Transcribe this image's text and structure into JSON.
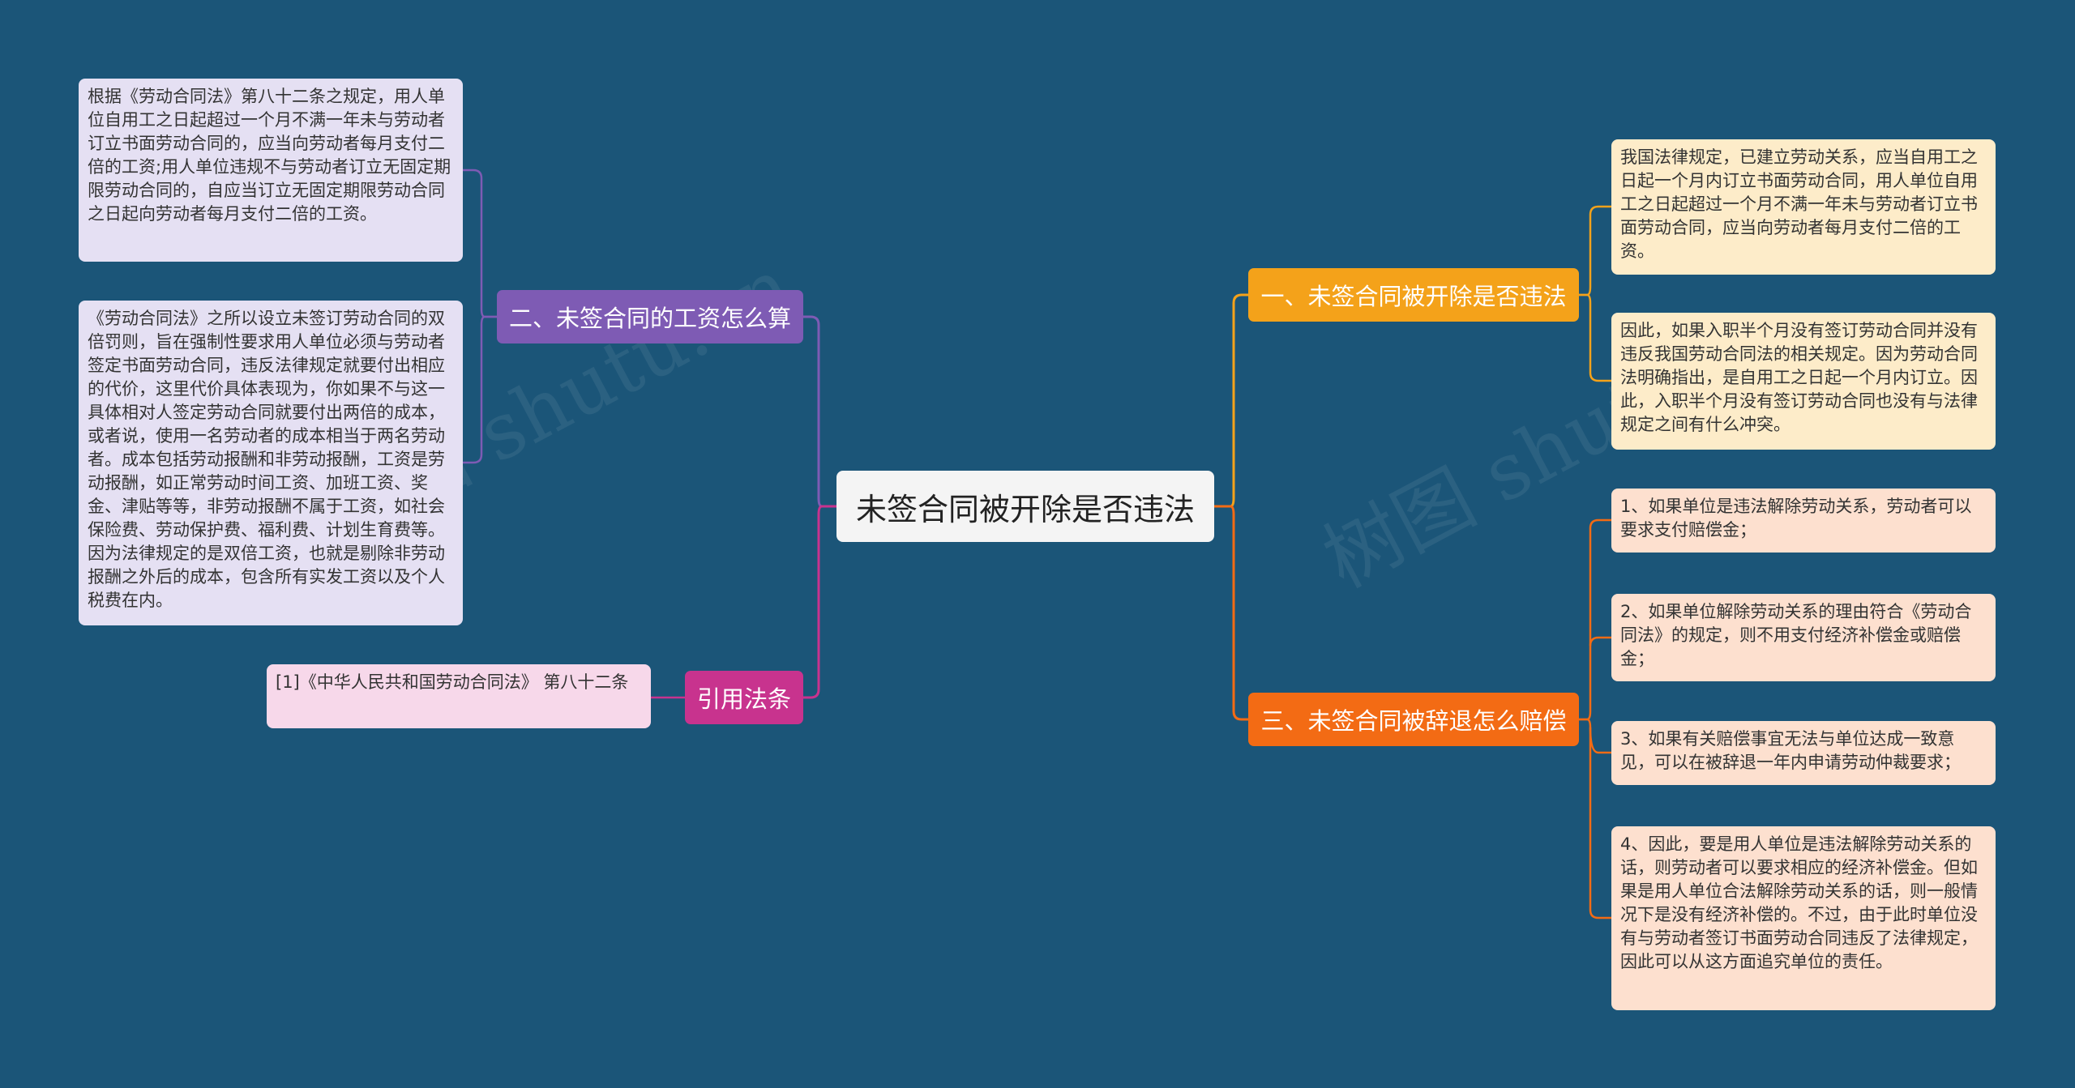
{
  "root": {
    "label": "未签合同被开除是否违法"
  },
  "branches": [
    {
      "id": "b1",
      "label": "一、未签合同被开除是否违法",
      "color": "#f4a21a"
    },
    {
      "id": "b3",
      "label": "三、未签合同被辞退怎么赔偿",
      "color": "#f36b14"
    },
    {
      "id": "b2",
      "label": "二、未签合同的工资怎么算",
      "color": "#7e5bb4"
    },
    {
      "id": "b4",
      "label": "引用法条",
      "color": "#c8338e"
    }
  ],
  "leaves": {
    "b1_1": "我国法律规定，已建立劳动关系，应当自用工之日起一个月内订立书面劳动合同，用人单位自用工之日起超过一个月不满一年未与劳动者订立书面劳动合同，应当向劳动者每月支付二倍的工资。",
    "b1_2": "因此，如果入职半个月没有签订劳动合同并没有违反我国劳动合同法的相关规定。因为劳动合同法明确指出，是自用工之日起一个月内订立。因此，入职半个月没有签订劳动合同也没有与法律规定之间有什么冲突。",
    "b3_1": "1、如果单位是违法解除劳动关系，劳动者可以要求支付赔偿金；",
    "b3_2": "2、如果单位解除劳动关系的理由符合《劳动合同法》的规定，则不用支付经济补偿金或赔偿金；",
    "b3_3": "3、如果有关赔偿事宜无法与单位达成一致意见，可以在被辞退一年内申请劳动仲裁要求；",
    "b3_4": "4、因此，要是用人单位是违法解除劳动关系的话，则劳动者可以要求相应的经济补偿金。但如果是用人单位合法解除劳动关系的话，则一般情况下是没有经济补偿的。不过，由于此时单位没有与劳动者签订书面劳动合同违反了法律规定，因此可以从这方面追究单位的责任。",
    "b2_1": "根据《劳动合同法》第八十二条之规定，用人单位自用工之日起超过一个月不满一年未与劳动者订立书面劳动合同的，应当向劳动者每月支付二倍的工资;用人单位违规不与劳动者订立无固定期限劳动合同的，自应当订立无固定期限劳动合同之日起向劳动者每月支付二倍的工资。",
    "b2_2": "《劳动合同法》之所以设立未签订劳动合同的双倍罚则，旨在强制性要求用人单位必须与劳动者签定书面劳动合同，违反法律规定就要付出相应的代价，这里代价具体表现为，你如果不与这一具体相对人签定劳动合同就要付出两倍的成本，或者说，使用一名劳动者的成本相当于两名劳动者。成本包括劳动报酬和非劳动报酬，工资是劳动报酬，如正常劳动时间工资、加班工资、奖金、津贴等等，非劳动报酬不属于工资，如社会保险费、劳动保护费、福利费、计划生育费等。因为法律规定的是双倍工资，也就是剔除非劳动报酬之外后的成本，包含所有实发工资以及个人税费在内。",
    "b4_1": "[1]《中华人民共和国劳动合同法》 第八十二条"
  },
  "watermark": {
    "text_1": "树图 shutu.cn",
    "text_2": "树图 shutu.cn"
  }
}
